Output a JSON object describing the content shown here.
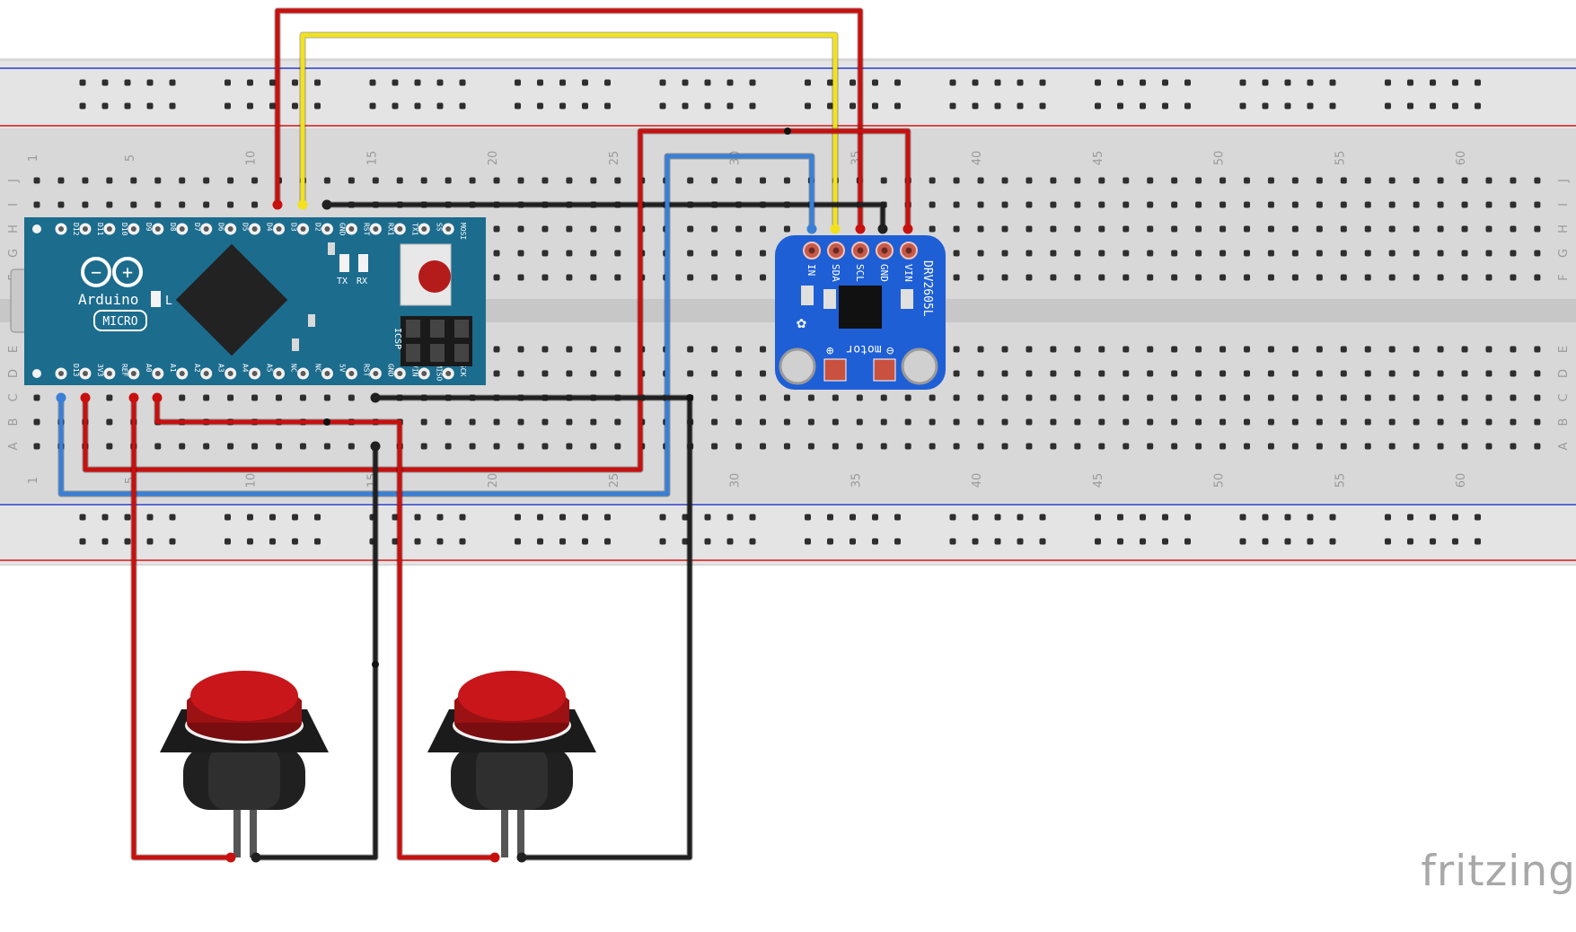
{
  "breadboard": {
    "column_numbers": [
      "1",
      "5",
      "10",
      "15",
      "20",
      "25",
      "30",
      "35",
      "40",
      "45",
      "50",
      "55",
      "60"
    ],
    "row_letters_top": [
      "J",
      "I",
      "H",
      "G",
      "F"
    ],
    "row_letters_bottom": [
      "E",
      "D",
      "C",
      "B",
      "A"
    ]
  },
  "arduino": {
    "name": "Arduino",
    "model": "MICRO",
    "led_labels": [
      "TX",
      "RX",
      "L"
    ],
    "icsp_label": "ICSP",
    "top_pins": [
      "D12",
      "D11",
      "D10",
      "D9",
      "D8",
      "D7",
      "D6",
      "D5",
      "D4",
      "D3",
      "D2",
      "GND",
      "RST",
      "RX1",
      "TX1",
      "SS",
      "MOSI"
    ],
    "bottom_pins": [
      "D13",
      "3V3",
      "REF",
      "A0",
      "A1",
      "A2",
      "A3",
      "A4",
      "A5",
      "NC",
      "NC",
      "5V",
      "RST",
      "GND",
      "VIN",
      "MISO",
      "SCK"
    ]
  },
  "driver": {
    "name": "DRV2605L",
    "pins": [
      "IN",
      "SDA",
      "SCL",
      "GND",
      "VIN"
    ],
    "motor_label": "motor"
  },
  "logo": "fritzing",
  "colors": {
    "red_wire": "#c8100f",
    "yellow_wire": "#f2e21b",
    "blue_wire": "#3a7fd6",
    "black_wire": "#202020",
    "arduino_pcb": "#1c6c8e",
    "driver_pcb": "#1f5fd6",
    "button_cap": "#c8161a"
  }
}
